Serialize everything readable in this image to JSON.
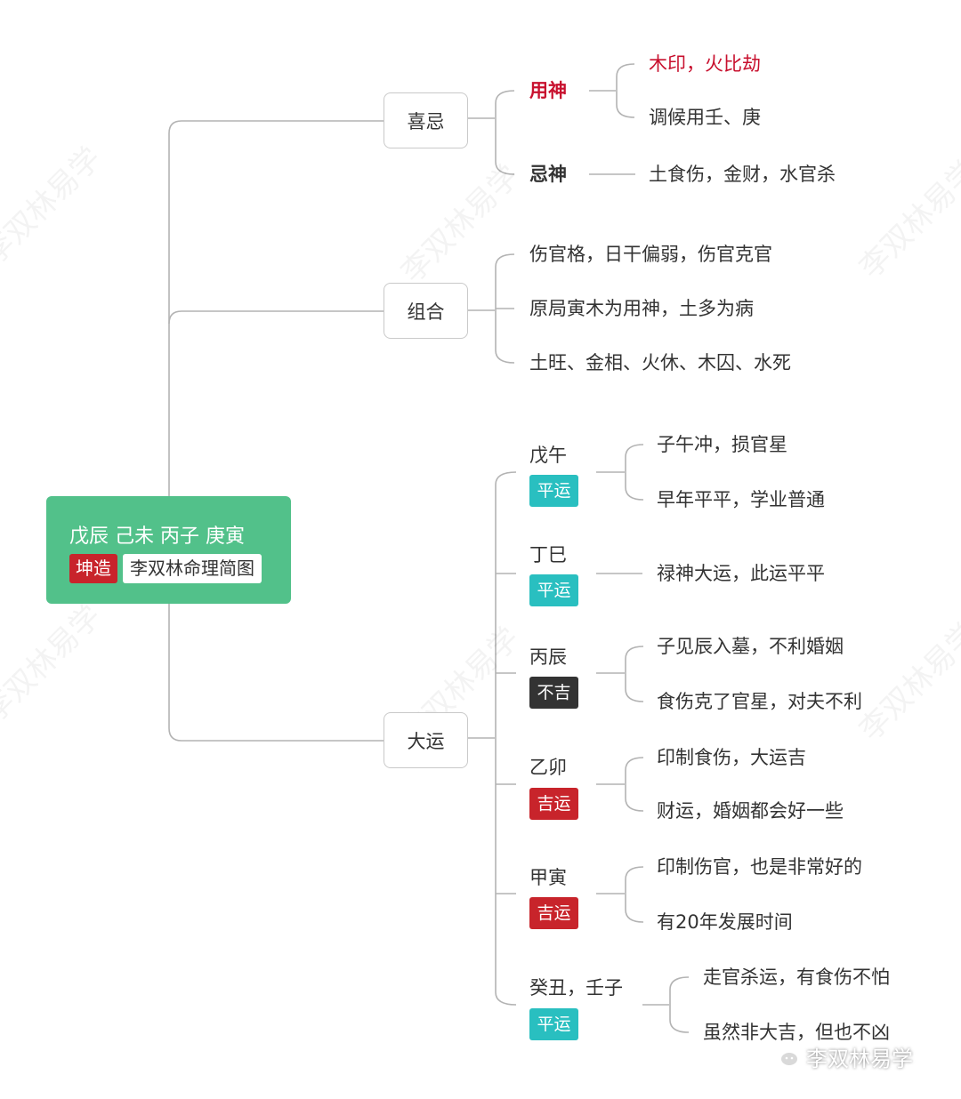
{
  "watermark": "李双林易学",
  "root": {
    "pillars": "戊辰 己未 丙子 庚寅",
    "gender_tag": "坤造",
    "title": "李双林命理简图"
  },
  "branches": {
    "xiji": {
      "label": "喜忌",
      "yongshen": {
        "label": "用神",
        "items": [
          "木印，火比劫",
          "调候用壬、庚"
        ]
      },
      "jishen": {
        "label": "忌神",
        "text": "土食伤，金财，水官杀"
      }
    },
    "zuhe": {
      "label": "组合",
      "items": [
        "伤官格，日干偏弱，伤官克官",
        "原局寅木为用神，土多为病",
        "土旺、金相、火休、木囚、水死"
      ]
    },
    "dayun": {
      "label": "大运",
      "periods": [
        {
          "name": "戊午",
          "tag": "平运",
          "notes": [
            "子午冲，损官星",
            "早年平平，学业普通"
          ]
        },
        {
          "name": "丁巳",
          "tag": "平运",
          "notes": [
            "禄神大运，此运平平"
          ]
        },
        {
          "name": "丙辰",
          "tag": "不吉",
          "notes": [
            "子见辰入墓，不利婚姻",
            "食伤克了官星，对夫不利"
          ]
        },
        {
          "name": "乙卯",
          "tag": "吉运",
          "notes": [
            "印制食伤，大运吉",
            "财运，婚姻都会好一些"
          ]
        },
        {
          "name": "甲寅",
          "tag": "吉运",
          "notes": [
            "印制伤官，也是非常好的",
            "有20年发展时间"
          ]
        },
        {
          "name": "癸丑，壬子",
          "tag": "平运",
          "notes": [
            "走官杀运，有食伤不怕",
            "虽然非大吉，但也不凶"
          ]
        }
      ]
    }
  },
  "footer": {
    "brand": "李双林易学",
    "icon": "wechat-icon"
  },
  "colors": {
    "root": "#52c18a",
    "accent_red": "#c8102e",
    "tag_ping": "#29bfc0",
    "tag_buji": "#333333",
    "tag_ji": "#c8242b"
  }
}
